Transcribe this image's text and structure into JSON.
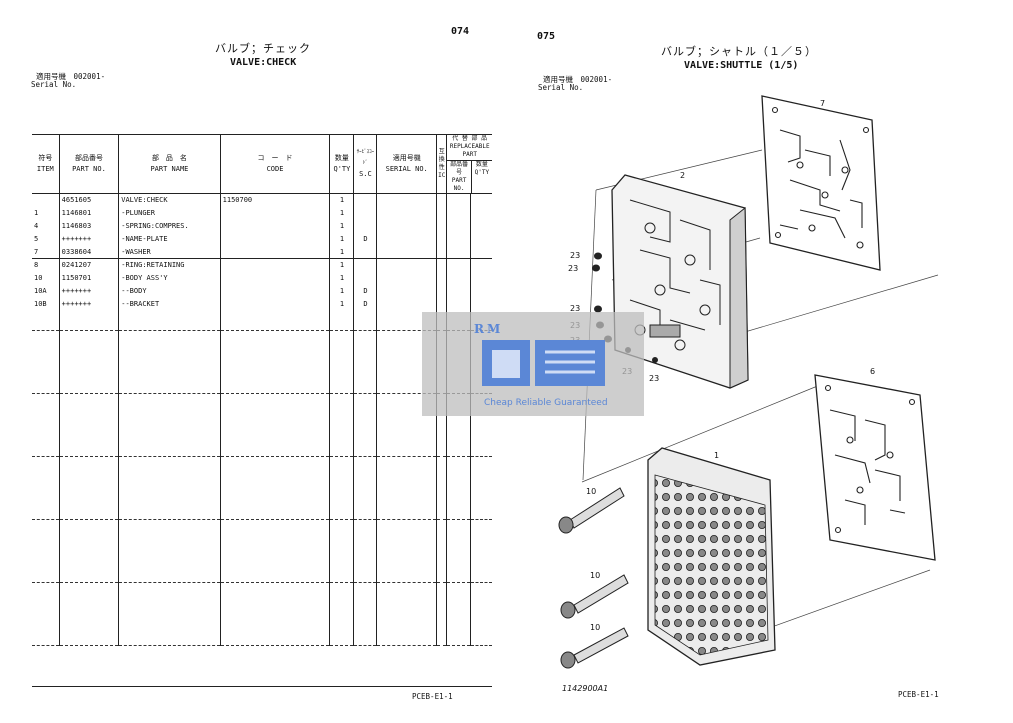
{
  "left_page": {
    "page_number": "074",
    "title_jp": "バルブ；チェック",
    "title_en": "VALVE:CHECK",
    "serial_jp": "適用号機　002001-",
    "serial_en": "Serial No.",
    "headers": {
      "item_jp": "符号",
      "item_en": "ITEM",
      "part_jp": "部品番号",
      "part_en": "PART NO.",
      "name_jp": "部　品　名",
      "name_en": "PART NAME",
      "code_jp": "コ　ー　ド",
      "code_en": "CODE",
      "qty_jp": "数量",
      "qty_en": "Q'TY",
      "sc_jp": "ｻｰﾋﾞｽｺｰﾄﾞ",
      "sc_en": "S.C",
      "serialcol_jp": "適用号機",
      "serialcol_en": "SERIAL NO.",
      "ic_jp": "互換性",
      "ic_en": "IC",
      "repl_jp": "代 替 部 品",
      "repl_en": "REPLACEABLE PART",
      "repl_part_jp": "部品番号",
      "repl_part_en": "PART NO.",
      "repl_qty_jp": "数量",
      "repl_qty_en": "Q'TY"
    },
    "rows": [
      {
        "item": "",
        "part": "4651605",
        "name": "VALVE:CHECK",
        "code": "1150700",
        "qty": "1",
        "sc": ""
      },
      {
        "item": "1",
        "part": "1146801",
        "name": "-PLUNGER",
        "code": "",
        "qty": "1",
        "sc": ""
      },
      {
        "item": "4",
        "part": "1146803",
        "name": "-SPRING:COMPRES.",
        "code": "",
        "qty": "1",
        "sc": ""
      },
      {
        "item": "5",
        "part": "+++++++",
        "name": "-NAME-PLATE",
        "code": "",
        "qty": "1",
        "sc": "D"
      },
      {
        "item": "7",
        "part": "0338604",
        "name": "-WASHER",
        "code": "",
        "qty": "1",
        "sc": ""
      },
      {
        "item": "8",
        "part": "0241207",
        "name": "-RING:RETAINING",
        "code": "",
        "qty": "1",
        "sc": ""
      },
      {
        "item": "10",
        "part": "1150701",
        "name": "-BODY ASS'Y",
        "code": "",
        "qty": "1",
        "sc": ""
      },
      {
        "item": "10A",
        "part": "+++++++",
        "name": "--BODY",
        "code": "",
        "qty": "1",
        "sc": "D"
      },
      {
        "item": "10B",
        "part": "+++++++",
        "name": "--BRACKET",
        "code": "",
        "qty": "1",
        "sc": "D"
      }
    ],
    "footer": "PCEB-E1-1"
  },
  "right_page": {
    "page_number": "075",
    "title_jp": "バルブ；シャトル（１／５）",
    "title_en": "VALVE:SHUTTLE (1/5)",
    "serial_jp": "適用号機　002001-",
    "serial_en": "Serial No.",
    "labels": {
      "plate_top": "7",
      "block": "2",
      "plate_bottom": "6",
      "body": "1",
      "bolt": "10",
      "oring": "23"
    },
    "drawing_no": "1142900A1",
    "footer": "PCEB-E1-1"
  },
  "watermark": {
    "brand": "RM",
    "tagline": "Cheap Reliable Guaranteed",
    "color": "#5b87d6"
  }
}
